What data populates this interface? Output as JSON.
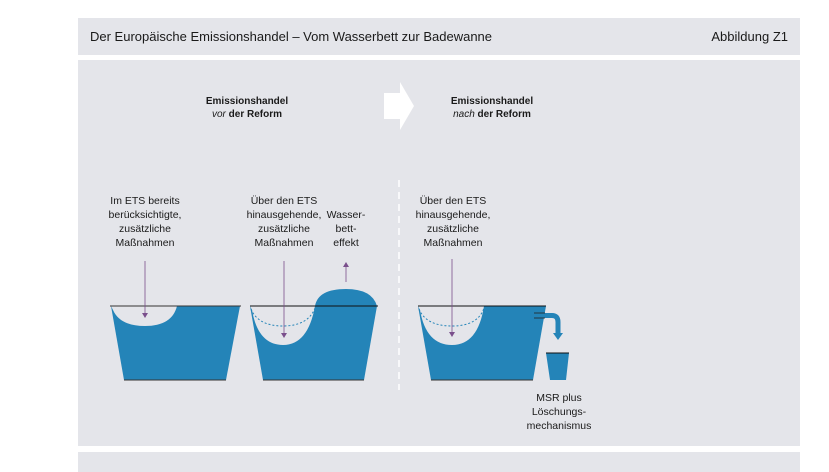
{
  "header": {
    "title": "Der Europäische Emissionshandel – Vom Wasserbett zur Badewanne",
    "figure_label": "Abbildung Z1"
  },
  "diagram": {
    "before": {
      "heading_line1": "Emissionshandel",
      "heading_emph": "vor",
      "heading_rest": " der Reform"
    },
    "after": {
      "heading_line1": "Emissionshandel",
      "heading_emph": "nach",
      "heading_rest": " der Reform"
    },
    "labels": {
      "tub1": [
        "Im ETS bereits",
        "berücksichtigte,",
        "zusätzliche",
        "Maßnahmen"
      ],
      "tub2": [
        "Über den ETS",
        "hinausgehende,",
        "zusätzliche",
        "Maßnahmen"
      ],
      "waterbed": [
        "Wasser-",
        "bett-",
        "effekt"
      ],
      "tub3": [
        "Über den ETS",
        "hinausgehende,",
        "zusätzliche",
        "Maßnahmen"
      ],
      "msr": [
        "MSR plus",
        "Löschungs-",
        "mechanismus"
      ]
    },
    "colors": {
      "water": "#2484b8",
      "arrow": "#7a4f8c",
      "background": "#e4e5ea"
    }
  }
}
